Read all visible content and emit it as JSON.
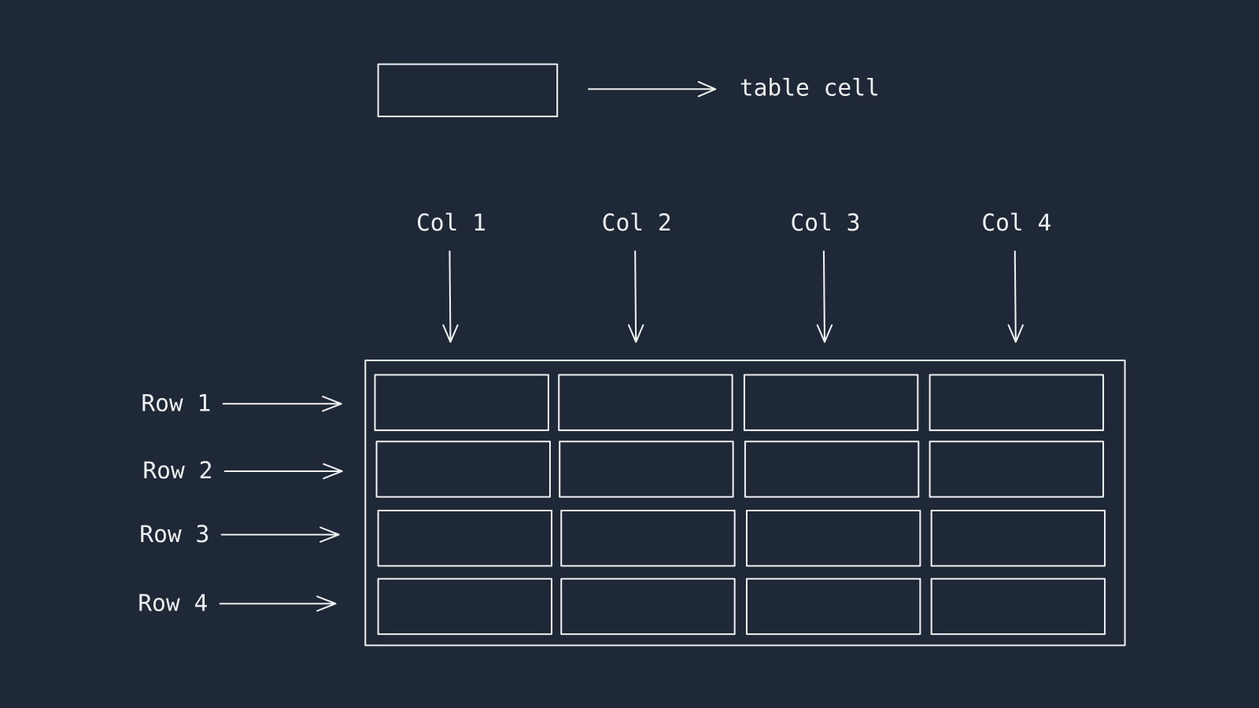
{
  "legend": {
    "label": "table cell"
  },
  "columns": [
    "Col 1",
    "Col 2",
    "Col 3",
    "Col 4"
  ],
  "rows": [
    "Row 1",
    "Row 2",
    "Row 3",
    "Row 4"
  ],
  "colors": {
    "background": "#1e2836",
    "hatch": "#b05cc8",
    "cell_fill": "#2a2442",
    "stroke": "#eef0f2"
  }
}
